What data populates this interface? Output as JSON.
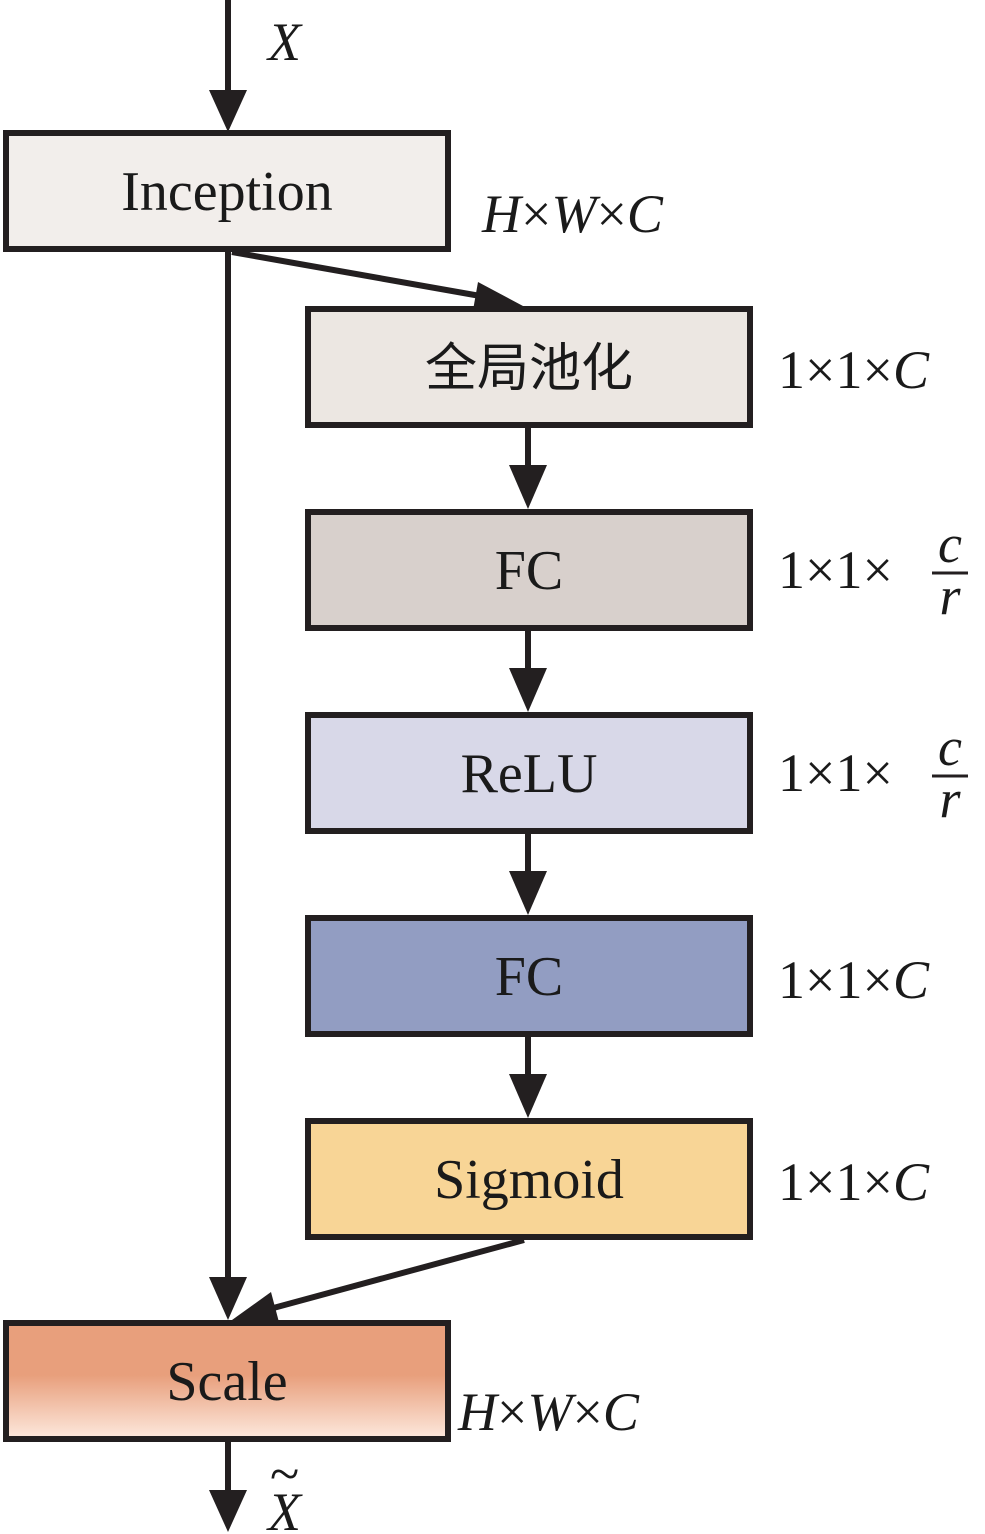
{
  "input_label": "X",
  "output_label": "X",
  "colors": {
    "stroke": "#231f20",
    "inception": "#f2eeeb",
    "global_pool": "#ece7e2",
    "fc1": "#d8d0cc",
    "relu": "#d8d8e8",
    "fc2": "#929dc2",
    "sigmoid": "#f8d596",
    "scale_top": "#e89f7c",
    "scale_bottom": "#fde9de"
  },
  "blocks": {
    "inception": {
      "label": "Inception",
      "dim": {
        "a": "H",
        "b": "W",
        "c": "C"
      }
    },
    "global_pool": {
      "label": "全局池化",
      "dim": {
        "a": "1",
        "b": "1",
        "c": "C"
      }
    },
    "fc1": {
      "label": "FC",
      "dim": {
        "a": "1",
        "b": "1",
        "num": "c",
        "den": "r"
      }
    },
    "relu": {
      "label": "ReLU",
      "dim": {
        "a": "1",
        "b": "1",
        "num": "c",
        "den": "r"
      }
    },
    "fc2": {
      "label": "FC",
      "dim": {
        "a": "1",
        "b": "1",
        "c": "C"
      }
    },
    "sigmoid": {
      "label": "Sigmoid",
      "dim": {
        "a": "1",
        "b": "1",
        "c": "C"
      }
    },
    "scale": {
      "label": "Scale",
      "dim": {
        "a": "H",
        "b": "W",
        "c": "C"
      }
    }
  },
  "times_symbol": "×"
}
